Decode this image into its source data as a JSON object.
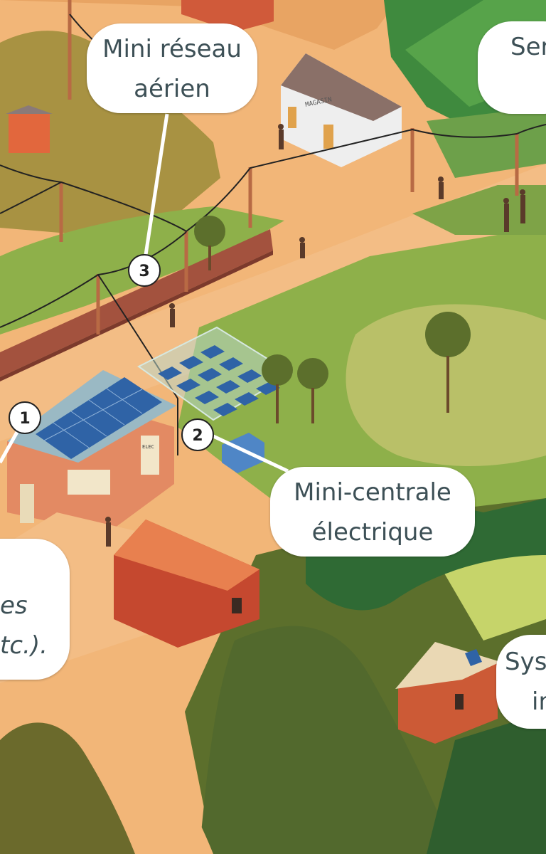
{
  "callouts": {
    "mini_reseau": {
      "line1": "Mini réseau",
      "line2": "aérien"
    },
    "mini_centrale": {
      "line1": "Mini-centrale",
      "line2": "électrique"
    },
    "service_partial": {
      "line1": "Ser"
    },
    "systeme_partial": {
      "line1": "Sys",
      "line2": "in"
    },
    "left_partial": {
      "line1": "es",
      "line2": "tc.)."
    }
  },
  "markers": {
    "m1": "1",
    "m2": "2",
    "m3": "3"
  },
  "store_sign": "MAGASIN",
  "building_sign": "ELEC",
  "colors": {
    "sand": "#f2b678",
    "grass": "#8eb04a",
    "light_grass": "#b9c068",
    "dark_green": "#5c6f2c",
    "forest": "#2f5e2e",
    "callout_text": "#3d5056"
  }
}
